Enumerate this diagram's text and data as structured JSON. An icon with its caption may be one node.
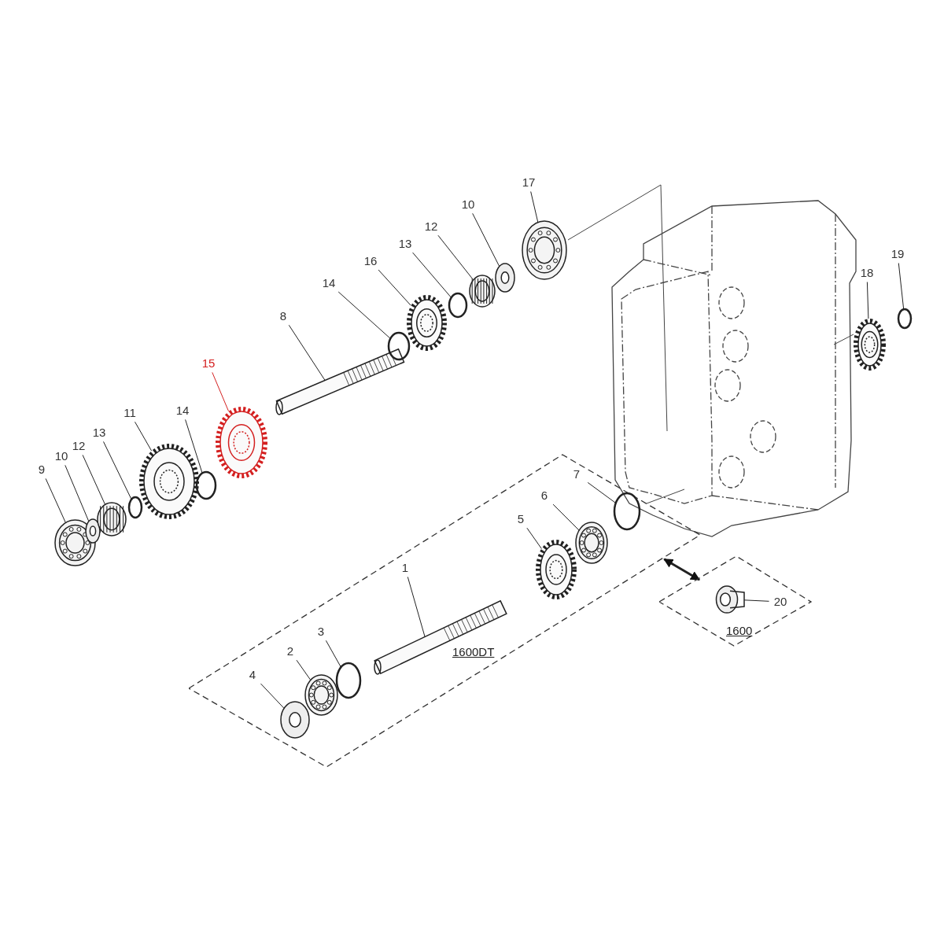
{
  "diagram": {
    "nodes": [
      {
        "text": [
          "1600DT"
        ]
      },
      {
        "text": [
          "1600"
        ]
      },
      {
        "text": [
          "9"
        ]
      },
      {
        "text": [],
        "shape": "picture"
      },
      {
        "text": [
          "10"
        ]
      },
      {
        "text": [],
        "shape": "picture"
      },
      {
        "text": [
          "12"
        ]
      },
      {
        "text": [],
        "shape": "picture"
      },
      {
        "text": [
          "13"
        ]
      },
      {
        "text": [],
        "shape": "circle"
      },
      {
        "text": [
          "11"
        ]
      },
      {
        "text": [],
        "shape": "picture"
      },
      {
        "text": [
          "14"
        ]
      },
      {
        "text": [],
        "shape": "circle"
      },
      {
        "text": [
          "15"
        ]
      },
      {
        "text": [],
        "shape": "picture"
      },
      {
        "text": [
          "8"
        ]
      },
      {
        "text": [],
        "shape": "picture"
      },
      {
        "text": [
          "14"
        ]
      },
      {
        "text": [],
        "shape": "circle"
      },
      {
        "text": [
          "16"
        ]
      },
      {
        "text": [],
        "shape": "picture"
      },
      {
        "text": [
          "13"
        ]
      },
      {
        "text": [],
        "shape": "circle"
      },
      {
        "text": [
          "12"
        ]
      },
      {
        "text": [],
        "shape": "picture"
      },
      {
        "text": [
          "10"
        ]
      },
      {
        "text": [],
        "shape": "picture"
      },
      {
        "text": [
          "17"
        ]
      },
      {
        "text": [],
        "shape": "picture"
      },
      {
        "text": [
          "18"
        ]
      },
      {
        "text": [],
        "shape": "picture"
      },
      {
        "text": [
          "19"
        ]
      },
      {
        "text": [],
        "shape": "circle"
      },
      {
        "text": [
          "4"
        ],
        "in": 0
      },
      {
        "text": [],
        "shape": "picture",
        "in": 0
      },
      {
        "text": [
          "2"
        ],
        "in": 0
      },
      {
        "text": [],
        "shape": "picture",
        "in": 0
      },
      {
        "text": [
          "3"
        ],
        "in": 0
      },
      {
        "text": [],
        "shape": "circle",
        "in": 0
      },
      {
        "text": [
          "1"
        ],
        "in": 0
      },
      {
        "text": [],
        "shape": "picture",
        "in": 0
      },
      {
        "text": [
          "5"
        ],
        "in": 0
      },
      {
        "text": [],
        "shape": "picture",
        "in": 0
      },
      {
        "text": [
          "6"
        ],
        "in": 0
      },
      {
        "text": [],
        "shape": "picture",
        "in": 0
      },
      {
        "text": [
          "7"
        ],
        "in": 0
      },
      {
        "text": [],
        "shape": "circle",
        "in": 0
      },
      {
        "text": [
          "20"
        ],
        "in": 1
      },
      {
        "text": [],
        "shape": "picture",
        "in": 1
      }
    ],
    "edges": [
      {
        "from": 2,
        "to": 3,
        "arrow": "none"
      },
      {
        "from": 4,
        "to": 5,
        "arrow": "none"
      },
      {
        "from": 6,
        "to": 7,
        "arrow": "none"
      },
      {
        "from": 8,
        "to": 9,
        "arrow": "none"
      },
      {
        "from": 10,
        "to": 11,
        "arrow": "none"
      },
      {
        "from": 12,
        "to": 13,
        "arrow": "none"
      },
      {
        "from": 14,
        "to": 15,
        "arrow": "none",
        "color": "#d42020"
      },
      {
        "from": 16,
        "to": 17,
        "arrow": "none"
      },
      {
        "from": 18,
        "to": 19,
        "arrow": "none"
      },
      {
        "from": 20,
        "to": 21,
        "arrow": "none"
      },
      {
        "from": 22,
        "to": 23,
        "arrow": "none"
      },
      {
        "from": 24,
        "to": 25,
        "arrow": "none"
      },
      {
        "from": 26,
        "to": 27,
        "arrow": "none"
      },
      {
        "from": 28,
        "to": 29,
        "arrow": "none"
      },
      {
        "from": 30,
        "to": 31,
        "arrow": "none"
      },
      {
        "from": 32,
        "to": 33,
        "arrow": "none"
      },
      {
        "from": 34,
        "to": 35,
        "arrow": "none"
      },
      {
        "from": 36,
        "to": 37,
        "arrow": "none"
      },
      {
        "from": 38,
        "to": 39,
        "arrow": "none"
      },
      {
        "from": 40,
        "to": 41,
        "arrow": "none"
      },
      {
        "from": 42,
        "to": 43,
        "arrow": "none"
      },
      {
        "from": 44,
        "to": 45,
        "arrow": "none"
      },
      {
        "from": 46,
        "to": 47,
        "arrow": "none"
      },
      {
        "from": 48,
        "to": 49,
        "arrow": "none"
      },
      {
        "from": 0,
        "to": 1,
        "arrow": "both",
        "style": "thick"
      }
    ]
  }
}
